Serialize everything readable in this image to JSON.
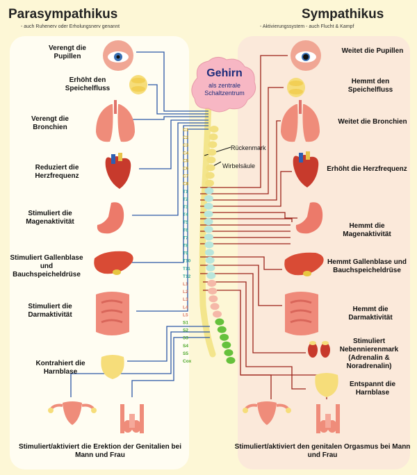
{
  "left": {
    "title": "Parasympathikus",
    "subtitle": "- auch Ruhenerv oder Erholungsnerv genannt",
    "effects": [
      "Verengt die Pupillen",
      "Erhöht den Speichelfluss",
      "Verengt die Bronchien",
      "Reduziert die Herzfrequenz",
      "Stimuliert die Magenaktivität",
      "Stimuliert Gallenblase und Bauchspeicheldrüse",
      "Stimuliert die Darmaktivität",
      "Kontrahiert die Harnblase",
      "Stimuliert/aktiviert die Erektion der Genitalien bei Mann und Frau"
    ]
  },
  "right": {
    "title": "Sympathikus",
    "subtitle": "- Aktivierungssystem - auch Flucht & Kampf",
    "effects": [
      "Weitet die Pupillen",
      "Hemmt den Speichelfluss",
      "Weitet die Bronchien",
      "Erhöht die Herzfrequenz",
      "Hemmt die Magenaktivität",
      "Hemmt Gallenblase und Bauchspeicheldrüse",
      "Hemmt die Darmaktivität",
      "Stimuliert Nebennierenmark (Adrenalin & Noradrenalin)",
      "Entspannt die Harnblase",
      "Stimuliert/aktiviert den genitalen Orgasmus bei Mann und Frau"
    ]
  },
  "center": {
    "brain_title": "Gehirn",
    "brain_sub_1": "als zentrale",
    "brain_sub_2": "Schaltzentrum",
    "spinal_cord": "Rückenmark",
    "spine": "Wirbelsäule",
    "segments": [
      "C1",
      "C2",
      "C3",
      "C4",
      "C5",
      "C6",
      "C7",
      "C8",
      "T1",
      "T2",
      "T3",
      "T4",
      "T5",
      "T6",
      "T7",
      "T8",
      "T9",
      "T10",
      "T11",
      "T12",
      "L1",
      "L2",
      "L3",
      "L4",
      "L5",
      "S1",
      "S2",
      "S3",
      "S4",
      "S5",
      "Cox"
    ]
  },
  "colors": {
    "background": "#fdf7d6",
    "parasympathetic_line": "#2b57a6",
    "sympathetic_line": "#9b2219",
    "cervical": "#f2e080",
    "thoracic": "#b8e6dc",
    "lumbar": "#f5b8a8",
    "sacral": "#66c13c",
    "brain": "#f7b7c4"
  },
  "icons": [
    "eye-icon",
    "salivary-gland-icon",
    "lungs-icon",
    "heart-icon",
    "stomach-icon",
    "liver-icon",
    "intestine-icon",
    "bladder-icon",
    "kidney-icon",
    "uterus-icon",
    "testes-icon"
  ]
}
